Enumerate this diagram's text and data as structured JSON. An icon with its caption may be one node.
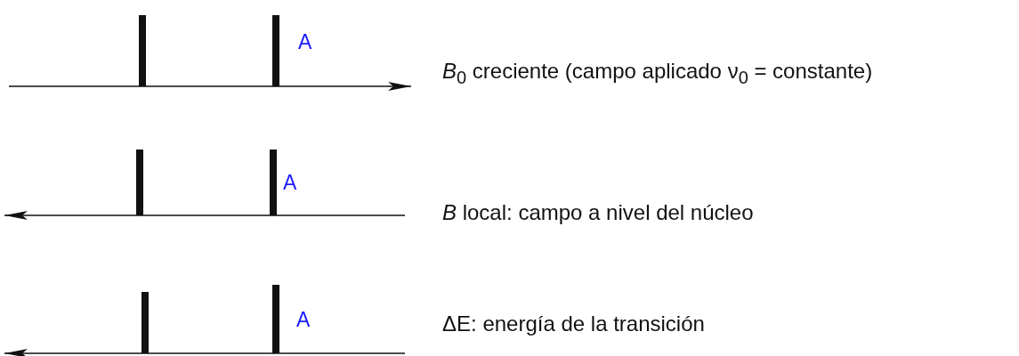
{
  "diagram": {
    "labels": [
      "A",
      "*B*$_{0}$ creciente (campo aplicado ν$_{0}$ = constante)",
      "A",
      "*B* local: campo a nivel del núcleo",
      "A",
      "ΔE: energía de la transición"
    ]
  }
}
